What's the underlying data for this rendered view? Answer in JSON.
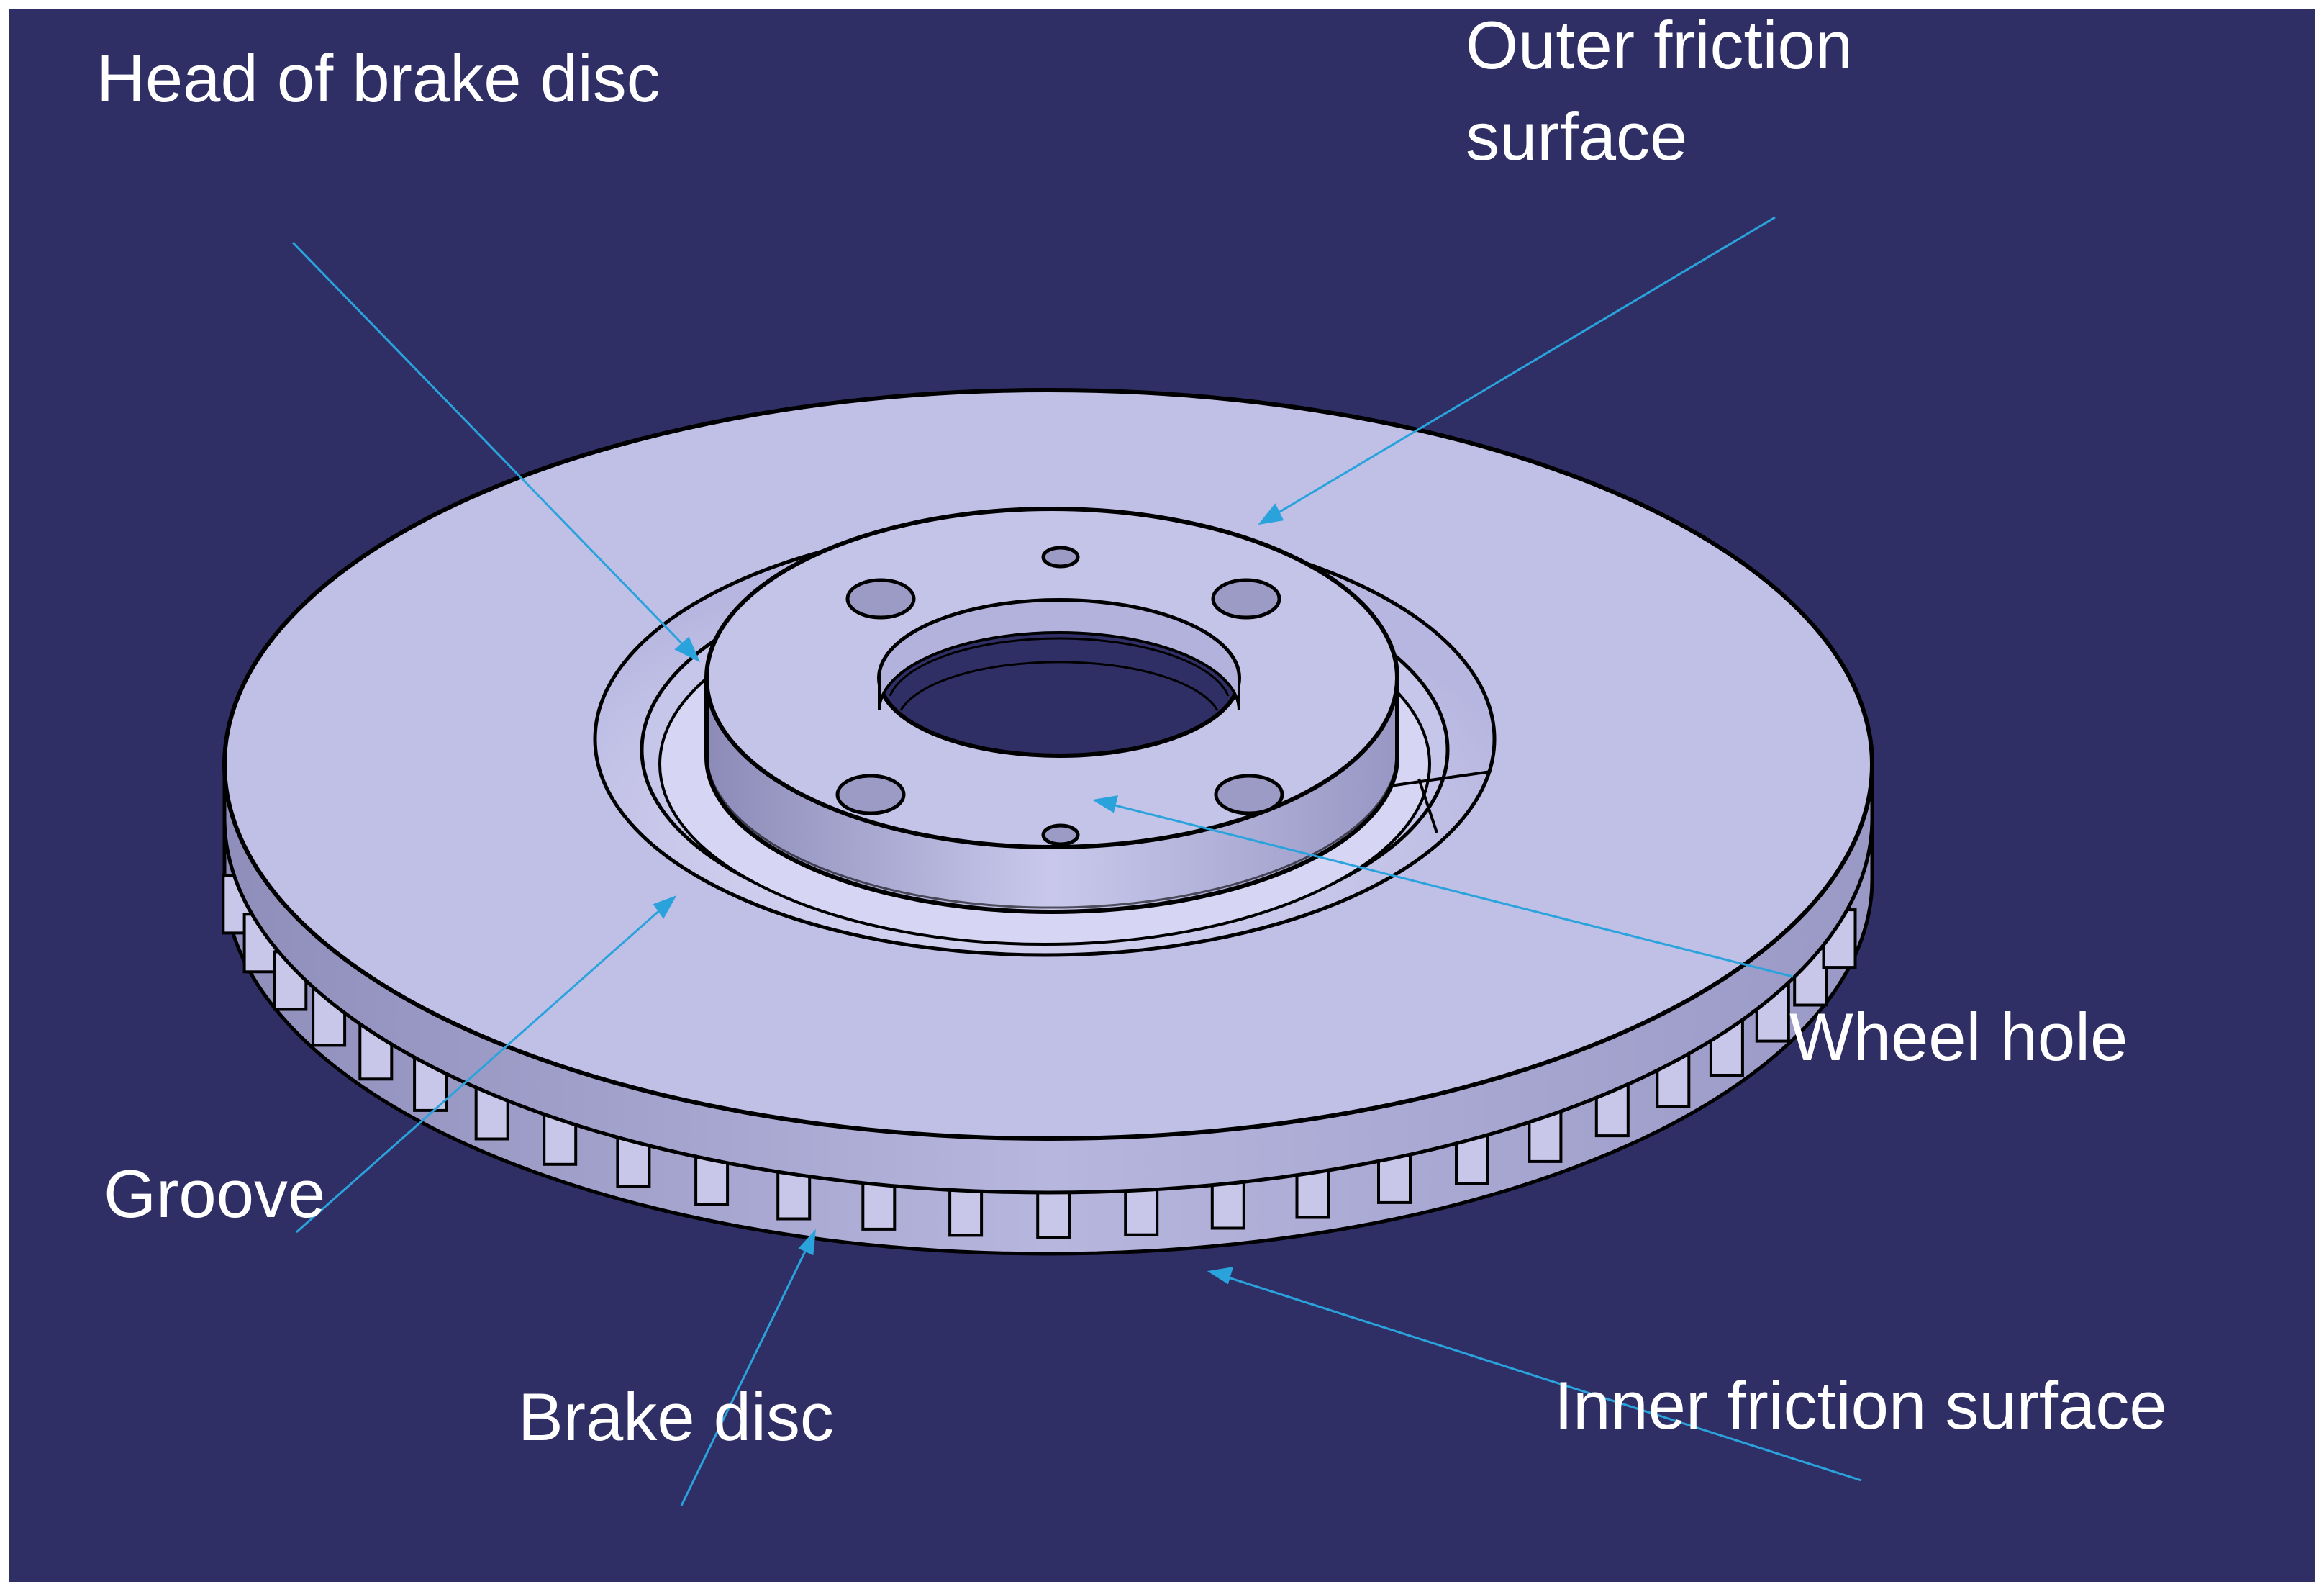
{
  "colors": {
    "background": "#2f2f66",
    "disc_face": "#c0bfe6",
    "disc_side": "#a9a8d0",
    "outline": "#000000",
    "leader": "#2aa3dc",
    "label_text": "#ffffff"
  },
  "labels": {
    "head_of_brake_disc": "Head of brake disc",
    "outer_friction_surface": "Outer friction\nsurface",
    "wheel_hole": "Wheel hole",
    "groove": "Groove",
    "brake_disc": "Brake disc",
    "inner_friction_surface": "Inner friction surface"
  }
}
